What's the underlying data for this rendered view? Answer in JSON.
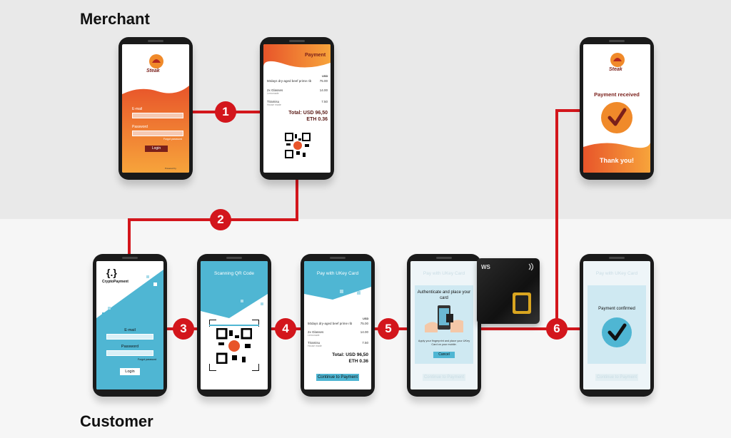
{
  "sections": {
    "merchant": "Merchant",
    "customer": "Customer"
  },
  "colors": {
    "accent_red": "#d3161c",
    "merchant_orange": "#ec6a2c",
    "customer_cyan": "#4fb6d3"
  },
  "steps": [
    "1",
    "2",
    "3",
    "4",
    "5",
    "6"
  ],
  "merchant_login": {
    "brand": "Steak",
    "email_label": "E-mail",
    "password_label": "Password",
    "forgot": "Forgot password",
    "login_button": "Login",
    "powered": "Powered by"
  },
  "merchant_payment": {
    "title": "Payment",
    "currency": "USD",
    "items": [
      {
        "name": "50days dry-aged beef prime rib",
        "sub": "",
        "price": "75.00"
      },
      {
        "name": "2x Glasses",
        "sub": "Lemonade",
        "price": "14.00"
      },
      {
        "name": "Tiramisu",
        "sub": "House made",
        "price": "7.50"
      }
    ],
    "total": "Total:  USD 96,50",
    "eth": "ETH 0.36"
  },
  "merchant_received": {
    "brand": "Steak",
    "title": "Payment received",
    "thanks": "Thank you!"
  },
  "customer_login": {
    "brand": "CryptoPayment",
    "email_label": "E-mail",
    "password_label": "Password",
    "forgot": "Forgot password",
    "login_button": "Login"
  },
  "customer_scan": {
    "title": "Scanning QR Code"
  },
  "customer_pay": {
    "title": "Pay with UKey Card",
    "currency": "USD",
    "items": [
      {
        "name": "50days dry-aged beef prime rib",
        "sub": "",
        "price": "75.00"
      },
      {
        "name": "2x Glasses",
        "sub": "Lemonade",
        "price": "14.00"
      },
      {
        "name": "Tiramisu",
        "sub": "House made",
        "price": "7.50"
      }
    ],
    "total": "Total:  USD 96,50",
    "eth": "ETH 0.36",
    "continue_button": "Continue to Payment"
  },
  "customer_auth": {
    "title": "Pay with UKey Card",
    "heading": "Authenticate and place your card",
    "instructions": "Apply your fingerprint and place your UKey Card on your mobile.",
    "cancel_button": "Cancel",
    "continue_button": "Continue to Payment"
  },
  "card": {
    "brand": "WS"
  },
  "customer_confirmed": {
    "title": "Pay with UKey Card",
    "message": "Payment confirmed",
    "continue_button": "Continue to Payment"
  }
}
